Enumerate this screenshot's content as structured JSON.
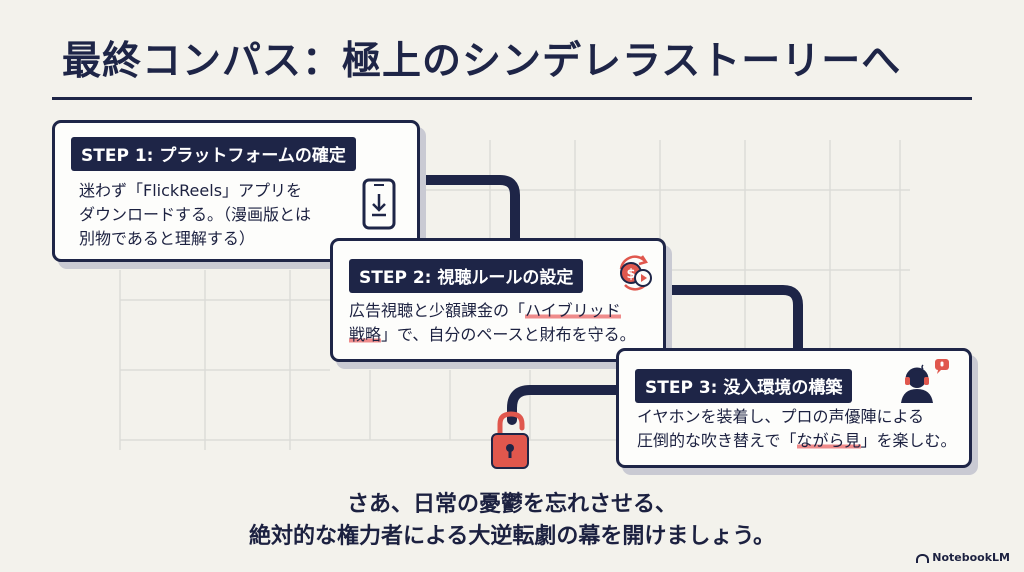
{
  "title": "最終コンパス：極上のシンデレラストーリーへ",
  "steps": [
    {
      "label": "STEP 1: プラットフォームの確定",
      "lines": [
        "迷わず「FlickReels」アプリを",
        "ダウンロードする。（漫画版とは",
        "別物であると理解する）"
      ],
      "icon": "phone-download-icon"
    },
    {
      "label": "STEP 2: 視聴ルールの設定",
      "line1_pre": "広告視聴と少額課金の「",
      "line1_hl": "ハイブリッド",
      "line2_hl": "戦略",
      "line2_post": "」で、自分のペースと財布を守る。",
      "icon": "coin-play-icon"
    },
    {
      "label": "STEP 3: 没入環境の構築",
      "line1": "イヤホンを装着し、プロの声優陣による",
      "line2_pre": "圧倒的な吹き替えで「",
      "line2_hl": "ながら見",
      "line2_post": "」を楽しむ。",
      "icon": "headset-listener-icon"
    }
  ],
  "closing": {
    "line1": "さあ、日常の憂鬱を忘れさせる、",
    "line2": "絶対的な権力者による大逆転劇の幕を開けましょう。"
  },
  "brand": "NotebookLM",
  "colors": {
    "navy": "#1e2547",
    "accent": "#e0574d",
    "background": "#f3f2ec",
    "highlight": "#ef8b8b"
  }
}
